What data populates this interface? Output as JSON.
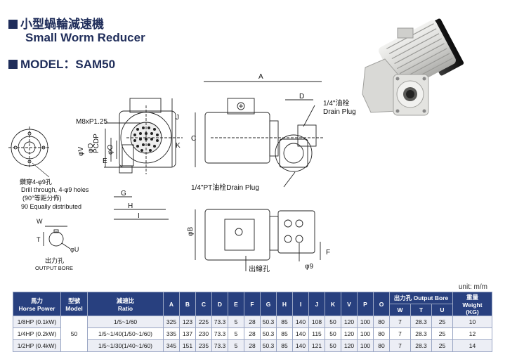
{
  "title_zh": "小型蝸輪減速機",
  "title_en": "Small Worm Reducer",
  "model_label": "MODEL：SAM50",
  "colors": {
    "heading": "#1f2d5a",
    "table_header": "#28407f",
    "table_stripe": "#eceef5"
  },
  "drawing": {
    "front_labels": {
      "m8": "M8xP1.25",
      "v": "φV",
      "q": "φQ",
      "o": "φO",
      "p": "PCDP",
      "e": "E",
      "g": "G",
      "h": "H",
      "i": "I",
      "j": "J",
      "k": "K"
    },
    "flange_notes": [
      "鑽穿4-φ9孔",
      "Drill through, 4-φ9 holes",
      "(90°等距分佈)",
      "90 Equally distributed"
    ],
    "side_labels": {
      "a": "A",
      "d": "D",
      "c": "C",
      "drain_top_zh": "1/4\"油栓",
      "drain_top_en": "Drain Plug",
      "drain_bottom": "1/4\"PT油栓Drain Plug"
    },
    "top_labels": {
      "b": "φB",
      "f": "F",
      "hole9": "φ9",
      "outlet": "出線孔"
    },
    "bore_labels": {
      "w": "W",
      "t": "T",
      "u": "φU",
      "zh": "出力孔",
      "en": "OUTPUT BORE"
    }
  },
  "unit": "unit: m/m",
  "table": {
    "headers": {
      "power_zh": "馬力",
      "power_en": "Horse Power",
      "model_zh": "型號",
      "model_en": "Model",
      "ratio_zh": "減速比",
      "ratio_en": "Ratio",
      "letters": [
        "A",
        "B",
        "C",
        "D",
        "E",
        "F",
        "G",
        "H",
        "I",
        "J",
        "K",
        "V",
        "P",
        "O"
      ],
      "bore_group": "出力孔 Output Bore",
      "bore_cols": [
        "W",
        "T",
        "U"
      ],
      "weight_zh": "重量",
      "weight_en": "Weight",
      "weight_unit": "(KG)"
    },
    "model_value": "50",
    "rows": [
      {
        "power": "1/8HP (0.1kW)",
        "ratio": "1/5~1/60",
        "dims": [
          "325",
          "123",
          "225",
          "73.3",
          "5",
          "28",
          "50.3",
          "85",
          "140",
          "108",
          "50",
          "120",
          "100",
          "80"
        ],
        "bore": [
          "7",
          "28.3",
          "25"
        ],
        "weight": "10"
      },
      {
        "power": "1/4HP (0.2kW)",
        "ratio": "1/5~1/40(1/50~1/60)",
        "dims": [
          "335",
          "137",
          "230",
          "73.3",
          "5",
          "28",
          "50.3",
          "85",
          "140",
          "115",
          "50",
          "120",
          "100",
          "80"
        ],
        "bore": [
          "7",
          "28.3",
          "25"
        ],
        "weight": "12"
      },
      {
        "power": "1/2HP (0.4kW)",
        "ratio": "1/5~1/30(1/40~1/60)",
        "dims": [
          "345",
          "151",
          "235",
          "73.3",
          "5",
          "28",
          "50.3",
          "85",
          "140",
          "121",
          "50",
          "120",
          "100",
          "80"
        ],
        "bore": [
          "7",
          "28.3",
          "25"
        ],
        "weight": "14"
      }
    ]
  }
}
